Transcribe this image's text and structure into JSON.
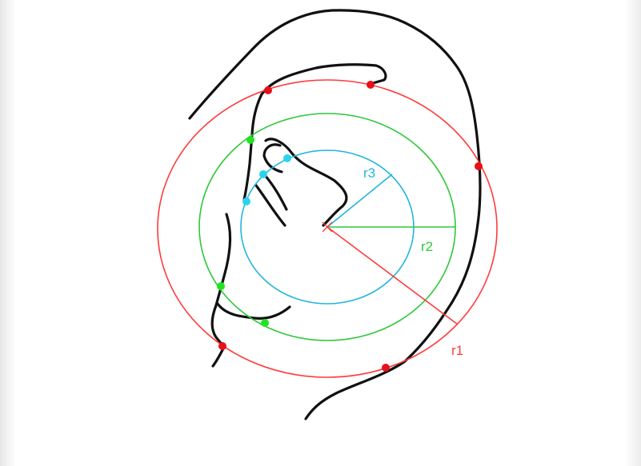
{
  "labels": {
    "r1": "r1",
    "r2": "r2",
    "r3": "r3"
  },
  "colors": {
    "outer_circle": "#ff3b3b",
    "middle_circle": "#2ec83a",
    "inner_circle": "#21b6dd",
    "ear_outline": "#111111",
    "intersection_outer": "#e8101a",
    "intersection_middle": "#1fe41f",
    "intersection_inner": "#2ad4ee"
  }
}
